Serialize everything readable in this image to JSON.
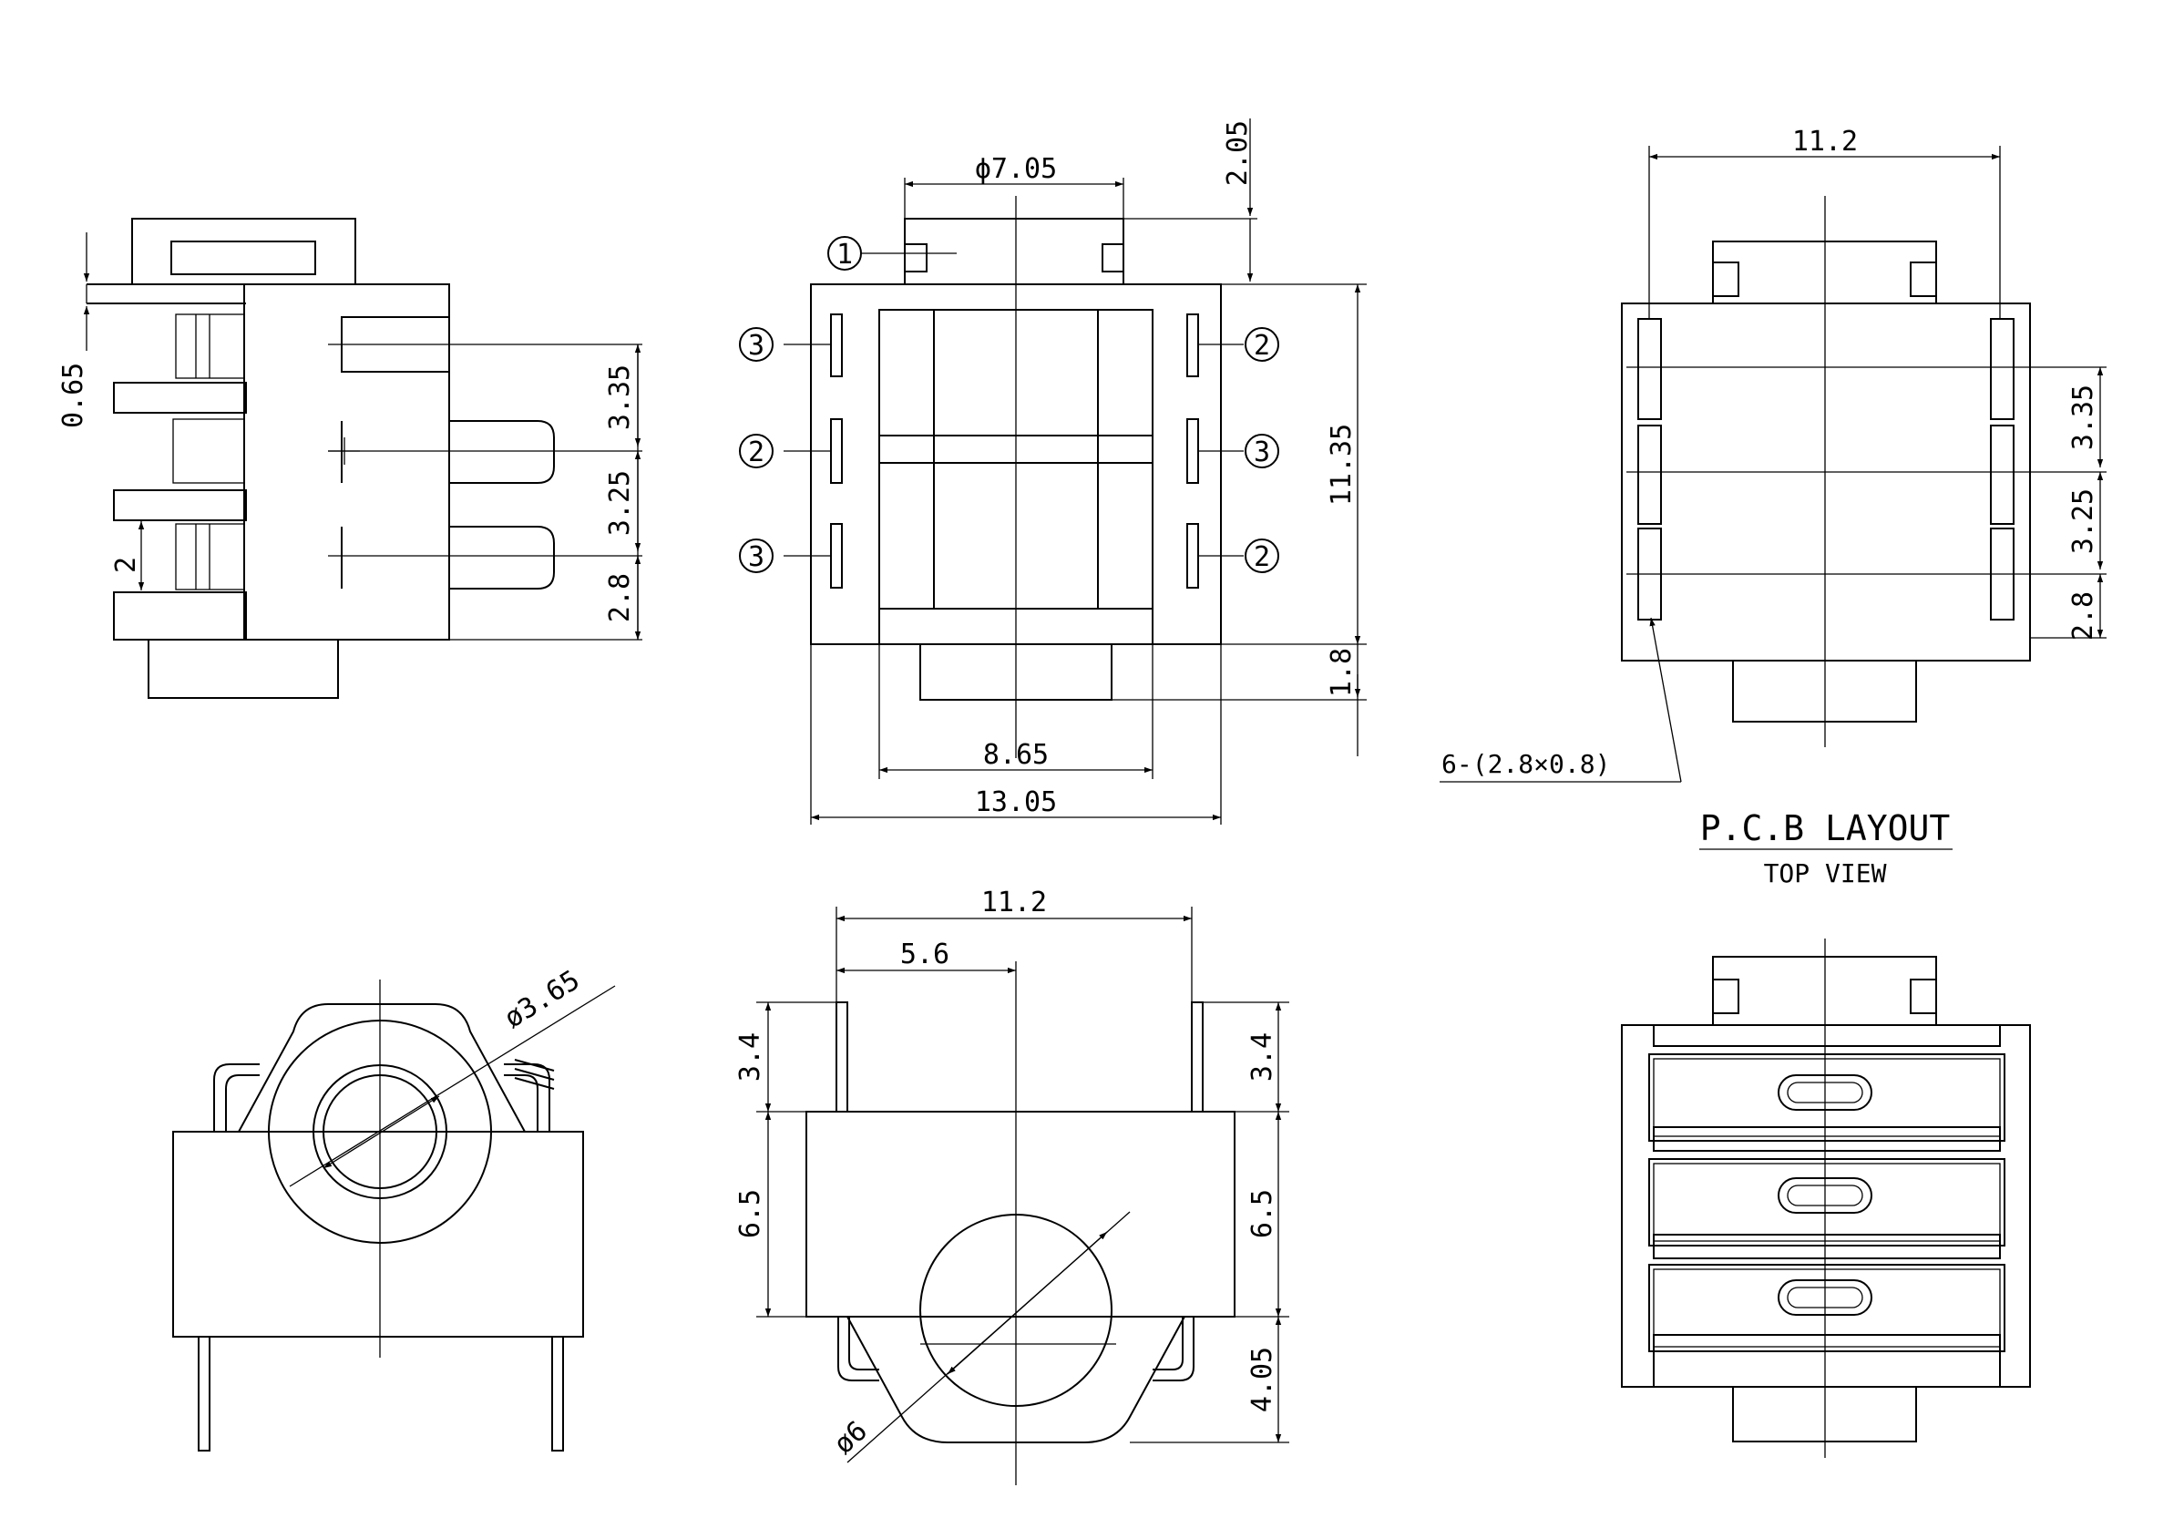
{
  "views": {
    "side": {
      "dims": {
        "top_offset": "0.65",
        "pin_width": "2",
        "pitch_a": "3.35",
        "pitch_b": "3.25",
        "pitch_c": "2.8"
      }
    },
    "front": {
      "dims": {
        "top_diameter": "ϕ7.05",
        "top_height": "2.05",
        "body_height": "11.35",
        "bottom_height": "1.8",
        "inner_width": "8.65",
        "body_width": "13.05"
      },
      "callouts": {
        "c1": "1",
        "c3a": "3",
        "c2a": "2",
        "c3b": "3",
        "c2b": "2",
        "c3c": "3",
        "c2c": "2"
      }
    },
    "pcb": {
      "dims": {
        "width": "11.2",
        "pitch_a": "3.35",
        "pitch_b": "3.25",
        "pitch_c": "2.8"
      },
      "pad_note": "6-(2.8×0.8)",
      "title": "P.C.B LAYOUT",
      "subtitle": "TOP VIEW"
    },
    "end": {
      "dims": {
        "hole_diameter": "ø3.65"
      }
    },
    "bottom": {
      "dims": {
        "width": "11.2",
        "half_width": "5.6",
        "left_top": "3.4",
        "right_top": "3.4",
        "left_mid": "6.5",
        "right_mid": "6.5",
        "right_bottom": "4.05",
        "hole_diameter": "ø6"
      }
    }
  }
}
